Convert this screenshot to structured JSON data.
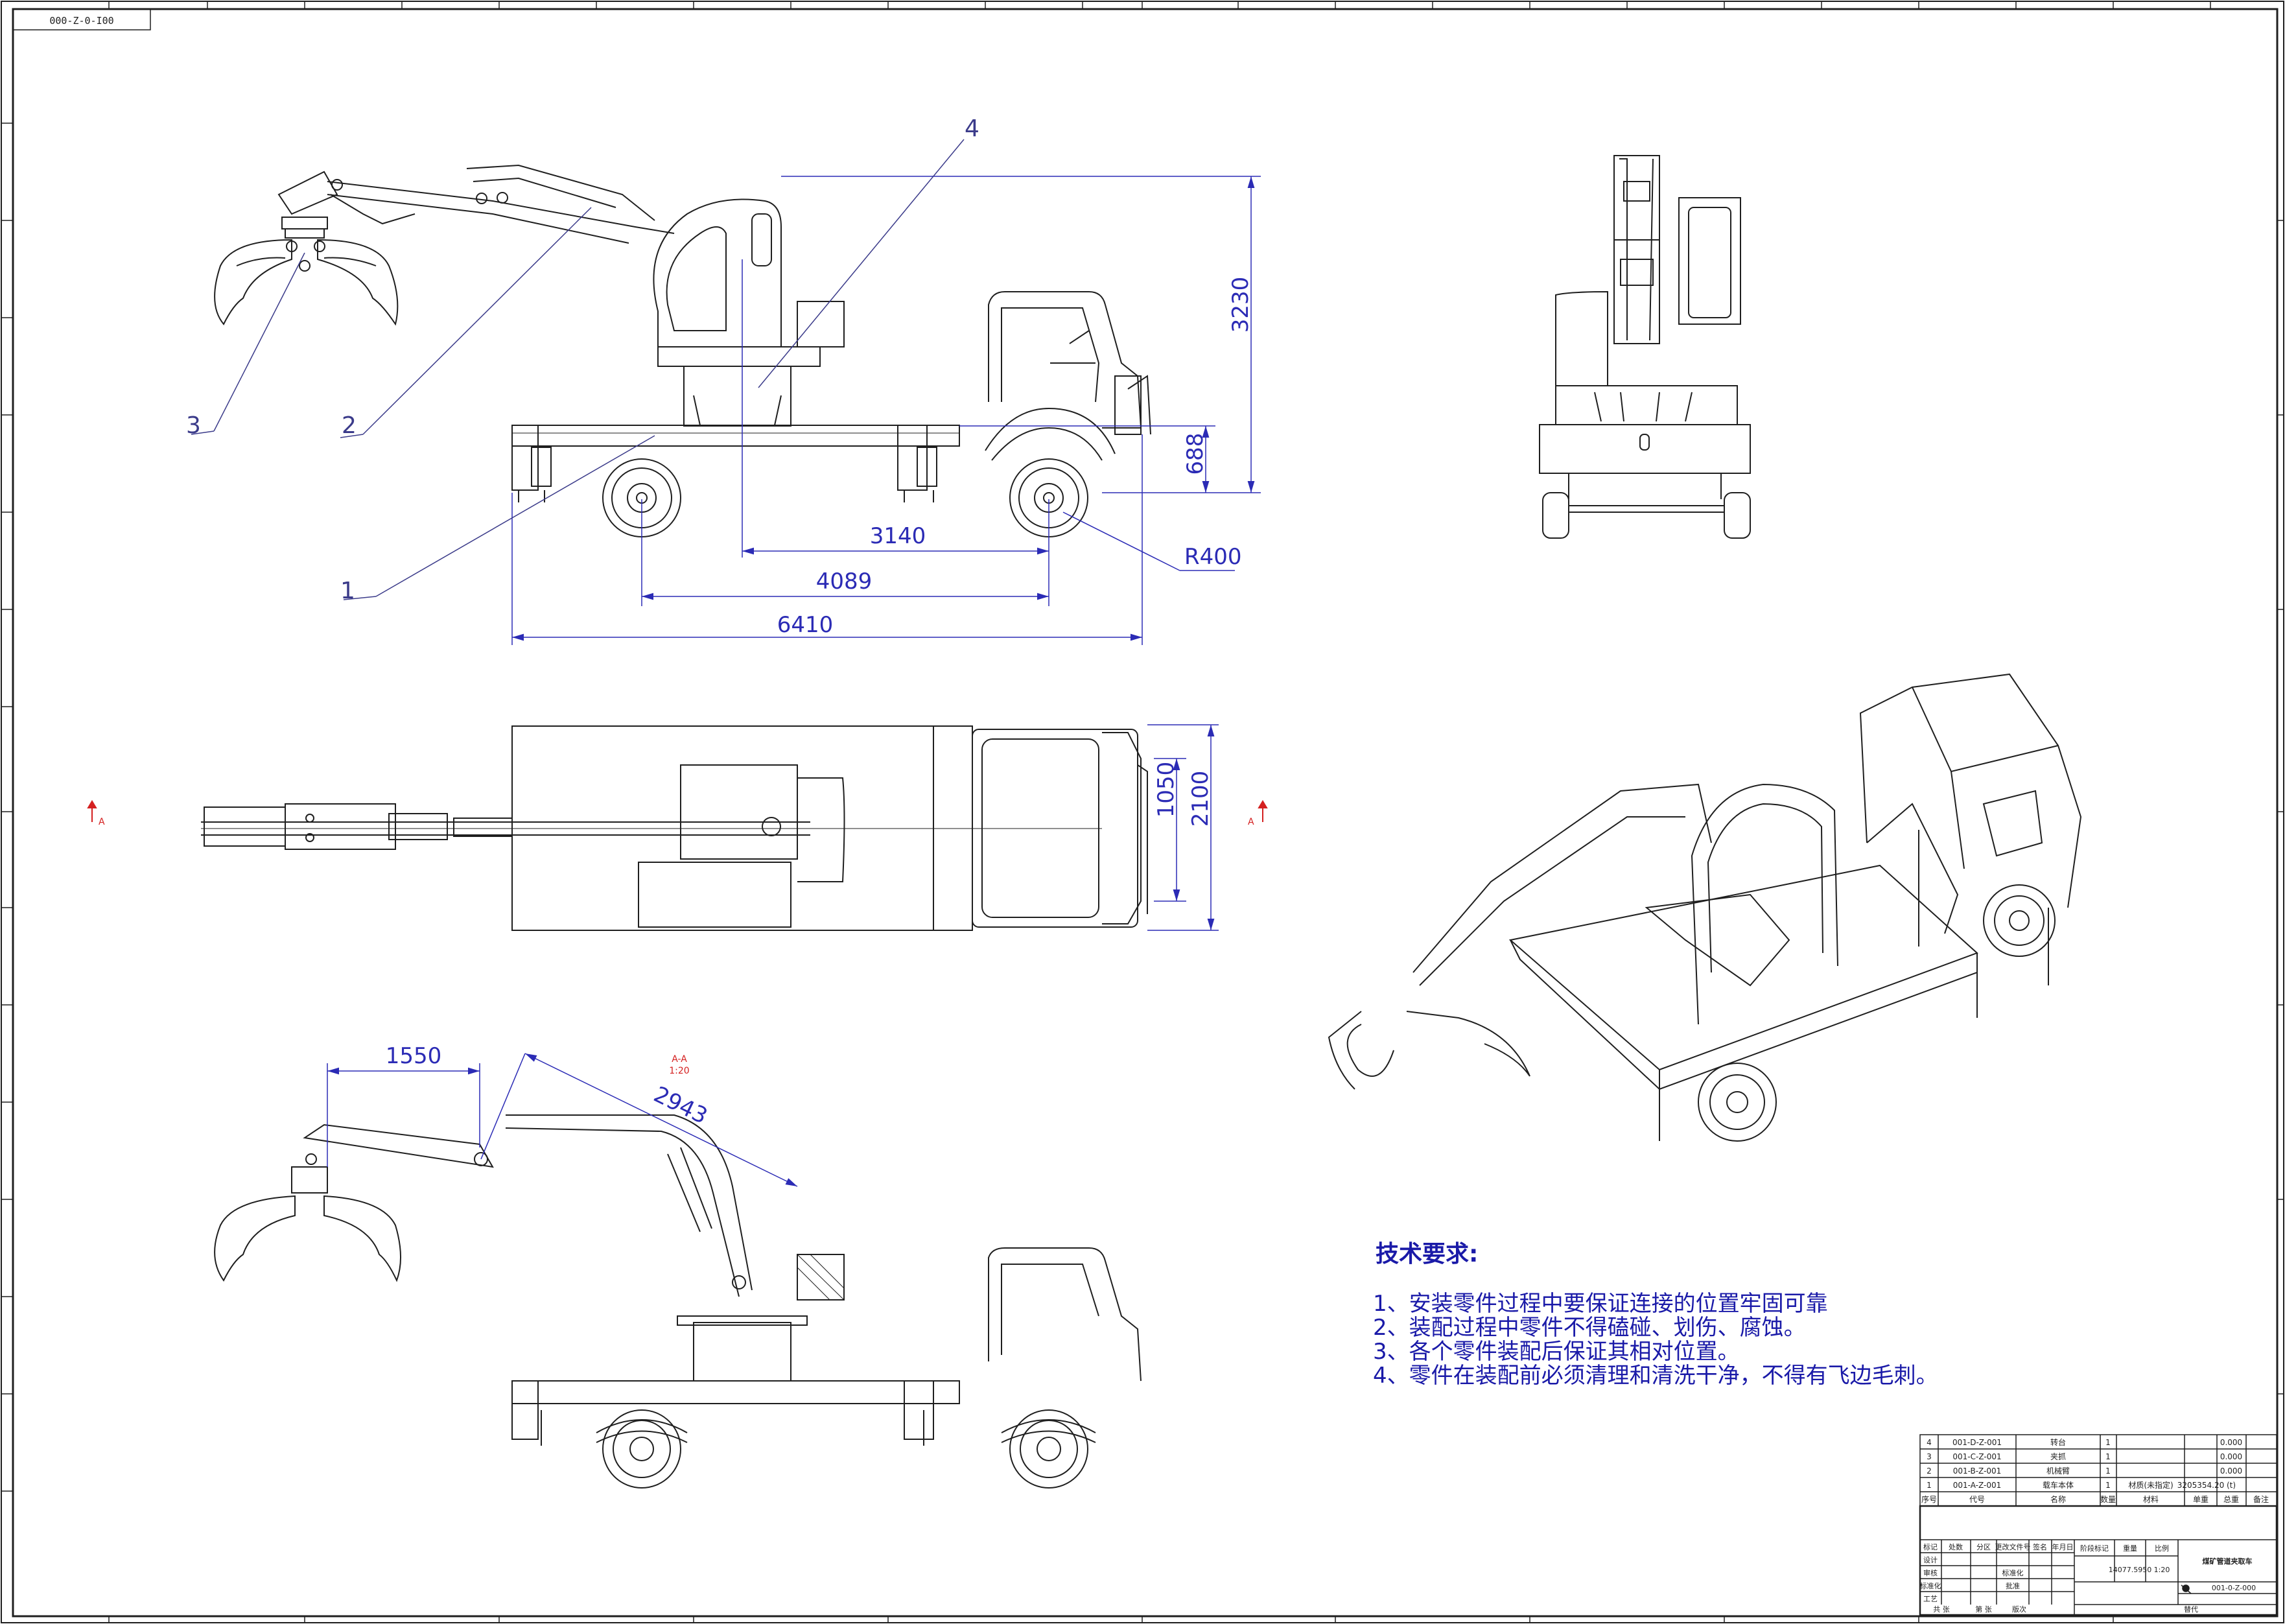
{
  "drawing_code_tab": "000-Z-0-I00",
  "dimensions": {
    "overall_height": "3230",
    "chassis_height": "688",
    "slew_to_rear_axle": "3140",
    "wheelbase": "4089",
    "overall_length": "6410",
    "wheel_radius": "R400",
    "track_width": "1050",
    "overall_width": "2100",
    "arm_reach_horizontal": "1550",
    "arm_length": "2943"
  },
  "balloons": [
    "1",
    "2",
    "3",
    "4"
  ],
  "section_marker": "A",
  "section_label": "A-A",
  "section_scale": "1:20",
  "tech_req": {
    "title": "技术要求:",
    "items": [
      "1、安装零件过程中要保证连接的位置牢固可靠",
      "2、装配过程中零件不得磕碰、划伤、腐蚀。",
      "3、各个零件装配后保证其相对位置。",
      "4、零件在装配前必须清理和清洗干净，不得有飞边毛刺。"
    ]
  },
  "bom": {
    "rows": [
      {
        "no": "4",
        "code": "001-D-Z-001",
        "name": "转台",
        "qty": "1",
        "weight": "0.000"
      },
      {
        "no": "3",
        "code": "001-C-Z-001",
        "name": "夹抓",
        "qty": "1",
        "weight": "0.000"
      },
      {
        "no": "2",
        "code": "001-B-Z-001",
        "name": "机械臂",
        "qty": "1",
        "weight": "0.000"
      },
      {
        "no": "1",
        "code": "001-A-Z-001",
        "name": "载车本体",
        "qty": "1",
        "material": "材质(未指定)",
        "weight": "3205354.20"
      }
    ],
    "extra_weight": "3205354.20",
    "extra_unit": "(t)",
    "header": [
      "序号",
      "代号",
      "名称",
      "数量",
      "材料",
      "单重",
      "总重",
      "备注"
    ]
  },
  "title_block": {
    "labels_left": [
      "标记",
      "处数",
      "分区",
      "更改文件号",
      "签名",
      "年月日"
    ],
    "rows_left": [
      "设计",
      "审核",
      "标准化",
      "工艺"
    ],
    "mid_labels": [
      "标准化",
      "批准"
    ],
    "stage_labels": [
      "阶段标记",
      "重量",
      "比例"
    ],
    "weight": "14077.5950",
    "scale": "1:20",
    "title": "煤矿管道夹取车",
    "drawing_no": "001-0-Z-000",
    "sheet_info": [
      "共 张",
      "第 张",
      "版次",
      "替代"
    ]
  },
  "colors": {
    "line": "#1f1f1f",
    "dimension": "#2b2bb5",
    "text_blue": "#1a1aa8",
    "red": "#d42020",
    "background": "#ffffff"
  }
}
